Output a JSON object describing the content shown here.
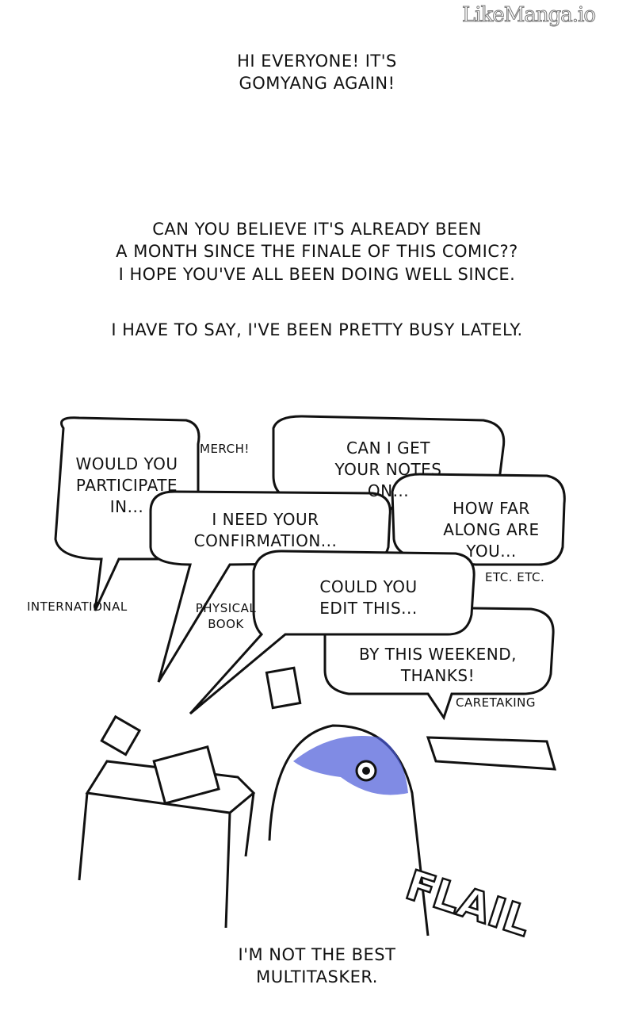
{
  "watermark": "LikeManga.io",
  "intro": {
    "line1": "HI EVERYONE! IT'S\nGOMYANG AGAIN!",
    "paragraph1": "CAN YOU BELIEVE IT'S ALREADY BEEN\nA MONTH SINCE THE FINALE OF THIS COMIC??\nI HOPE YOU'VE ALL BEEN DOING WELL SINCE.",
    "paragraph2": "I HAVE TO SAY, I'VE BEEN PRETTY BUSY LATELY."
  },
  "bubbles": {
    "participate": "WOULD YOU\nPARTICIPATE\nIN...",
    "notes": "CAN I GET\nYOUR NOTES\nON...",
    "confirmation": "I NEED YOUR\nCONFIRMATION...",
    "how_far": "HOW FAR\nALONG ARE\nYOU...",
    "edit": "COULD YOU\nEDIT THIS...",
    "weekend": "BY THIS WEEKEND,\nTHANKS!"
  },
  "labels": {
    "merch": "MERCH!",
    "etc": "ETC. ETC.",
    "international": "INTERNATIONAL",
    "physical_book": "PHYSICAL\nBOOK",
    "caretaking": "CARETAKING"
  },
  "sfx": "FLAIL",
  "caption": "I'M NOT THE BEST\nMULTITASKER.",
  "colors": {
    "character": "#4a5ad8"
  }
}
